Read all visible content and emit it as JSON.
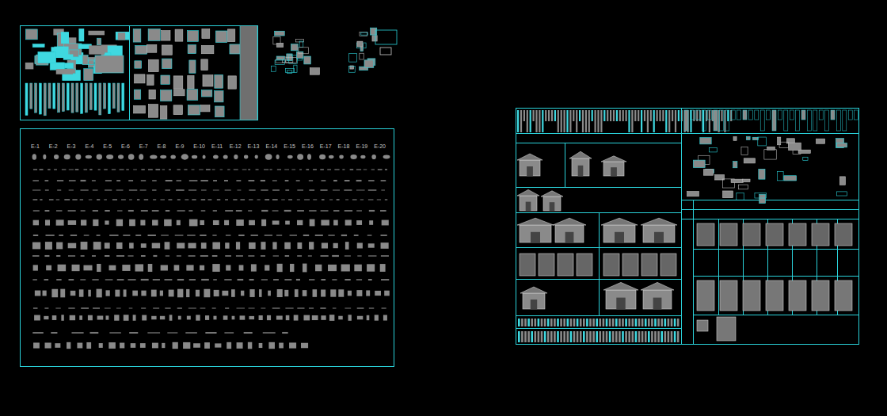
{
  "diagram": {
    "labels": [
      "E-1",
      "E-2",
      "E-3",
      "E-4",
      "E-5",
      "E-6",
      "E-7",
      "E-8",
      "E-9",
      "E-10",
      "E-11",
      "E-12",
      "E-13",
      "E-14",
      "E-15",
      "E-16",
      "E-17",
      "E-18",
      "E-19",
      "E-20"
    ]
  }
}
